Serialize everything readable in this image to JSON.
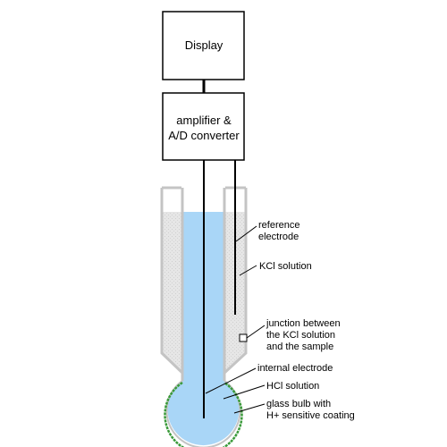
{
  "boxes": {
    "display": "Display",
    "amplifier_line1": "amplifier &",
    "amplifier_line2": "A/D converter"
  },
  "labels": {
    "reference_electrode_1": "reference",
    "reference_electrode_2": "electrode",
    "kcl_solution": "KCl solution",
    "junction_1": "junction between",
    "junction_2": "the KCl solution",
    "junction_3": "and  the sample",
    "internal_electrode": "internal electrode",
    "hcl_solution": "HCl solution",
    "glass_bulb_1": "glass bulb with",
    "glass_bulb_2": "H+ sensitive coating"
  },
  "colors": {
    "hcl_solution": "#a9d6f7",
    "kcl_solution": "#e4e4e4",
    "outer_tube": "#c8c8c8",
    "bulb_coating": "#3a9a3a",
    "line": "#000000"
  }
}
